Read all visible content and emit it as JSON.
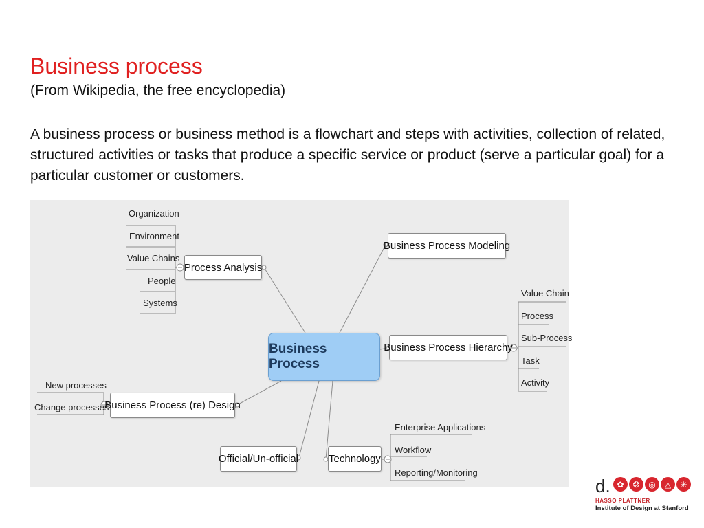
{
  "slide": {
    "title": "Business process",
    "subtitle": "(From Wikipedia, the free encyclopedia)",
    "body": "A business process or business method is a flowchart and steps with activities, collection of related, structured activities or tasks that produce a specific service or product (serve a particular goal) for a particular customer or customers."
  },
  "mindmap": {
    "central": "Business Process",
    "process_analysis": {
      "label": "Process Analysis",
      "children": [
        "Organization",
        "Environment",
        "Value Chains",
        "People",
        "Systems"
      ]
    },
    "modeling": {
      "label": "Business Process Modeling"
    },
    "hierarchy": {
      "label": "Business Process Hierarchy",
      "children": [
        "Value Chain",
        "Process",
        "Sub-Process",
        "Task",
        "Activity"
      ]
    },
    "redesign": {
      "label": "Business Process (re) Design",
      "children": [
        "New processes",
        "Change processes"
      ]
    },
    "official": {
      "label": "Official/Un-official"
    },
    "technology": {
      "label": "Technology",
      "children": [
        "Enterprise Applications",
        "Workflow",
        "Reporting/Monitoring"
      ]
    }
  },
  "logo": {
    "mark": "d.",
    "line1": "HASSO PLATTNER",
    "line2": "Institute of Design at Stanford"
  },
  "colors": {
    "title": "#e02020",
    "central_fill": "#9fcdf5",
    "diagram_bg": "#ececec",
    "logo_red": "#d8262e"
  }
}
